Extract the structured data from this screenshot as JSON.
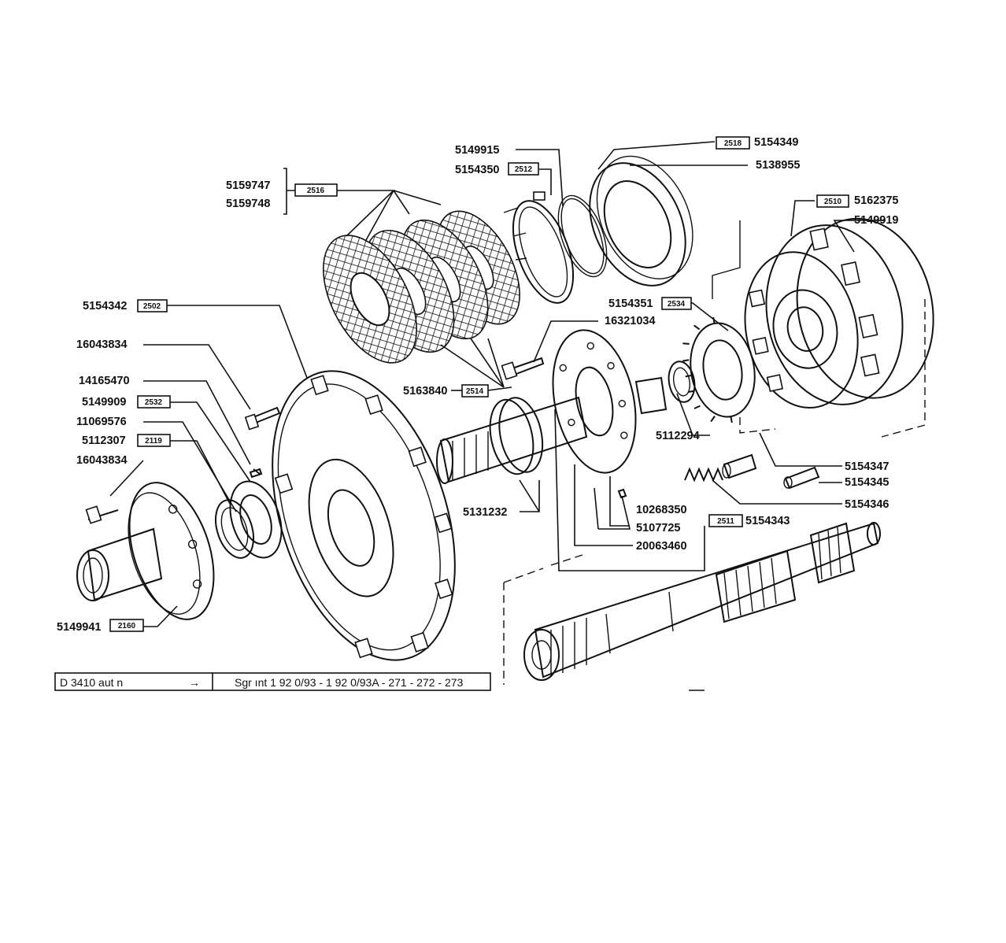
{
  "labels": {
    "p5149915": "5149915",
    "p5154350": "5154350",
    "r2512": "2512",
    "r2518": "2518",
    "p5154349": "5154349",
    "p5138955": "5138955",
    "p5159747": "5159747",
    "p5159748": "5159748",
    "r2516": "2516",
    "r2510": "2510",
    "p5162375": "5162375",
    "p5149919": "5149919",
    "p5154342": "5154342",
    "r2502": "2502",
    "p5154351": "5154351",
    "r2534": "2534",
    "p16321034": "16321034",
    "p16043834a": "16043834",
    "p14165470": "14165470",
    "p5163840": "5163840",
    "r2514": "2514",
    "p5149909": "5149909",
    "r2532": "2532",
    "p11069576": "11069576",
    "p5112307": "5112307",
    "r2119": "2119",
    "p16043834b": "16043834",
    "p5112294": "5112294",
    "p5154347": "5154347",
    "p5154345": "5154345",
    "p5131232": "5131232",
    "p10268350": "10268350",
    "p5154346": "5154346",
    "p5107725": "5107725",
    "r2511": "2511",
    "p5154343": "5154343",
    "p20063460": "20063460",
    "p5149941": "5149941",
    "r2160": "2160"
  },
  "footer": {
    "left": "D 3410 aut n",
    "arrow": "→",
    "right": "Sgr ınt  1 92 0/93 - 1 92 0/93A - 271 - 272 - 273"
  }
}
